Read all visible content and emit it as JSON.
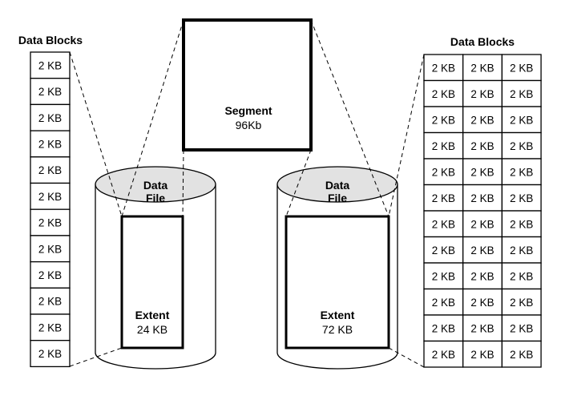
{
  "segment": {
    "title": "Segment",
    "size": "96Kb"
  },
  "left": {
    "blocks_title": "Data Blocks",
    "datafile_line1": "Data",
    "datafile_line2": "File",
    "extent_title": "Extent",
    "extent_size": "24 KB",
    "block_label": "2 KB",
    "block_count": 12
  },
  "right": {
    "blocks_title": "Data Blocks",
    "datafile_line1": "Data",
    "datafile_line2": "File",
    "extent_title": "Extent",
    "extent_size": "72 KB",
    "block_label": "2 KB",
    "rows": 12,
    "cols": 3
  }
}
